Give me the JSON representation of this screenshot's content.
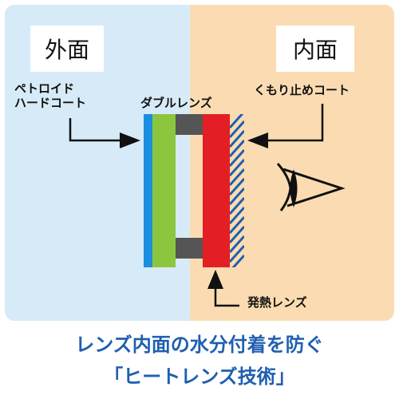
{
  "labels": {
    "outer": "外面",
    "inner": "内面",
    "outer_coat": "ペトロイド\nハードコート",
    "outer_coat_line1": "ペトロイド",
    "outer_coat_line2": "ハードコート",
    "inner_coat": "くもり止めコート",
    "double_lens": "ダブルレンズ",
    "heat_lens": "発熱レンズ"
  },
  "caption": {
    "line1": "レンズ内面の水分付着を防ぐ",
    "line2": "「ヒートレンズ技術」"
  },
  "colors": {
    "outer_bg": "#d6ebf7",
    "inner_bg": "#fbdcb2",
    "blue_layer": "#1a8fe0",
    "green_layer": "#8cc63f",
    "gray_frame": "#555555",
    "red_layer": "#e41e25",
    "hatch": "#1f5fb0",
    "caption": "#1f5fb0"
  },
  "icons": [
    "arrow-right-icon",
    "arrow-left-icon",
    "arrow-up-icon",
    "eye-icon"
  ]
}
